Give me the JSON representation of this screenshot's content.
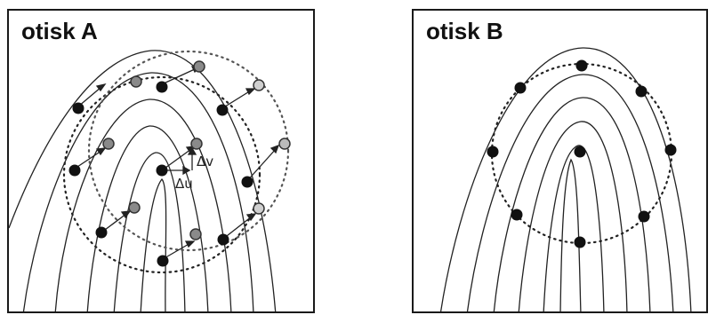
{
  "panel_a": {
    "title": "otisk A",
    "delta_v": "Δv",
    "delta_u": "Δu"
  },
  "panel_b": {
    "title": "otisk B"
  },
  "colors": {
    "ridge": "#222222",
    "minutia_dark": "#111111",
    "minutia_gray": "#8a8a8a",
    "minutia_light": "#cfcfcf",
    "frame": "#1a1a1a"
  },
  "icons": {
    "minutia_marker": "filled-circle",
    "displacement": "arrow"
  }
}
